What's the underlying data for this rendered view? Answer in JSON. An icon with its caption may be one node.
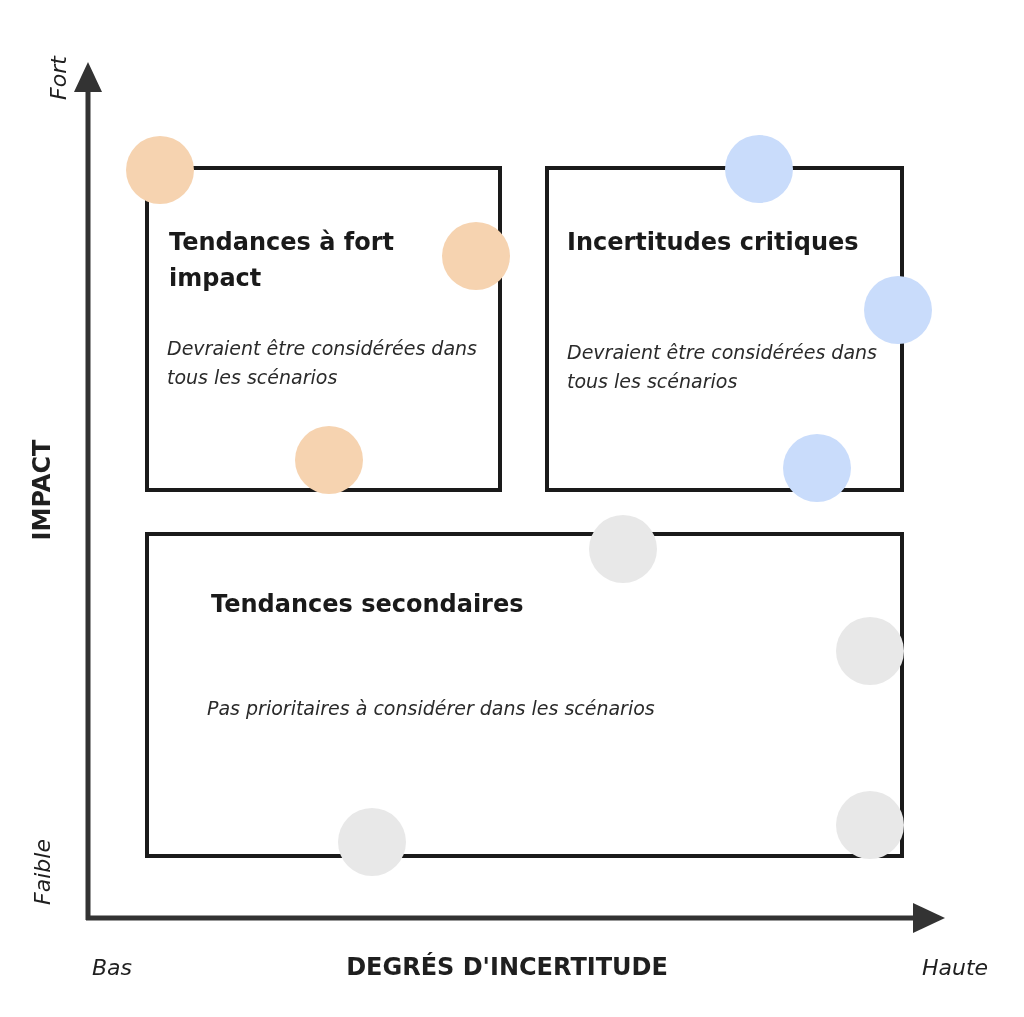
{
  "diagram": {
    "nodes": [
      {
        "text": [
          "Tendances à fort impact",
          "Devraient être considérées dans tous les scénarios"
        ]
      },
      {
        "text": [
          "Incertitudes critiques",
          "Devraient être considérées dans tous les scénarios"
        ]
      },
      {
        "text": [
          "Tendances secondaires",
          "Pas prioritaires à considérer dans les scénarios"
        ]
      }
    ],
    "labels": [
      "Fort",
      "IMPACT",
      "Faible",
      "Bas",
      "DEGRÉS D'INCERTITUDE",
      "Haute"
    ]
  }
}
